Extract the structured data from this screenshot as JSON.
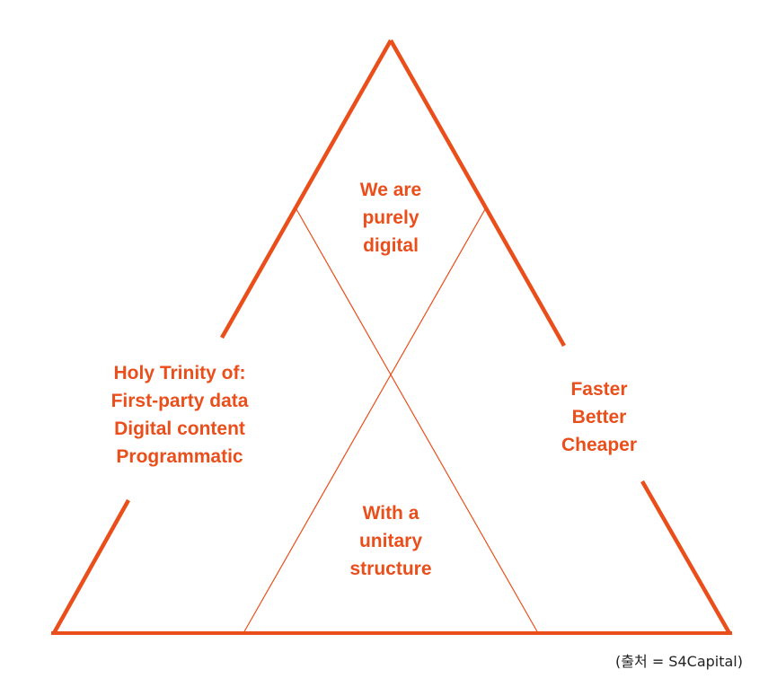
{
  "colors": {
    "accent": "#ea4f1b",
    "note_text": "#222222",
    "background": "#ffffff"
  },
  "labels": {
    "top": [
      "We are",
      "purely",
      "digital"
    ],
    "left": [
      "Holy Trinity of:",
      "First-party data",
      "Digital content",
      "Programmatic"
    ],
    "right": [
      "Faster",
      "Better",
      "Cheaper"
    ],
    "bottom": [
      "With a",
      "unitary",
      "structure"
    ]
  },
  "source_note": "(출처 = S4Capital)"
}
